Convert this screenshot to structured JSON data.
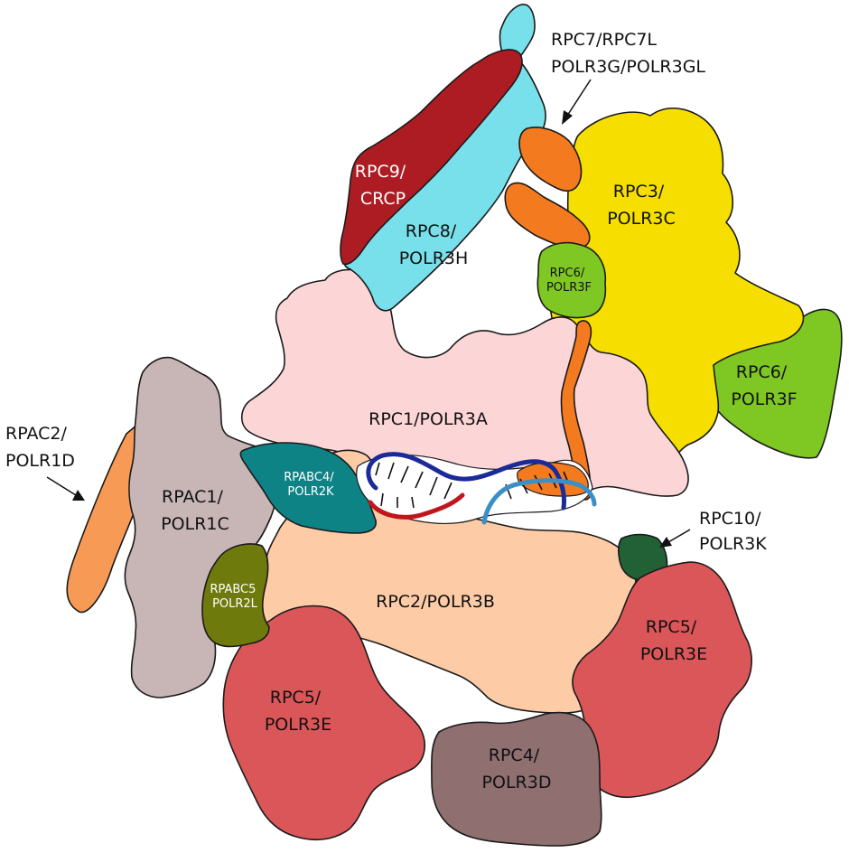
{
  "colors": {
    "rpc1": "#fcd5d7",
    "rpc2": "#fdcba6",
    "rpc3": "#f6df00",
    "rpc4": "#8f6f6f",
    "rpc5": "#db5658",
    "rpc6": "#7fc823",
    "rpc7": "#f47a1f",
    "rpc8": "#78e0eb",
    "rpc9": "#ad1c23",
    "rpc10": "#226136",
    "rpac1": "#c8b6b6",
    "rpac2": "#f79a55",
    "rpabc4": "#0e8386",
    "rpabc5": "#6f7a0c",
    "dna_template": "#1b2a99",
    "dna_nontemplate": "#3a8fc7",
    "rna": "#c0151d"
  },
  "labels": {
    "rpc1": {
      "l1": "RPC1/POLR3A"
    },
    "rpc2": {
      "l1": "RPC2/POLR3B"
    },
    "rpc3": {
      "l1": "RPC3/",
      "l2": "POLR3C"
    },
    "rpc4": {
      "l1": "RPC4/",
      "l2": "POLR3D"
    },
    "rpc5_left": {
      "l1": "RPC5/",
      "l2": "POLR3E"
    },
    "rpc5_right": {
      "l1": "RPC5/",
      "l2": "POLR3E"
    },
    "rpc6_small": {
      "l1": "RPC6/",
      "l2": "POLR3F"
    },
    "rpc6_big": {
      "l1": "RPC6/",
      "l2": "POLR3F"
    },
    "rpc7": {
      "l1": "RPC7/RPC7L",
      "l2": "POLR3G/POLR3GL"
    },
    "rpc8": {
      "l1": "RPC8/",
      "l2": "POLR3H"
    },
    "rpc9": {
      "l1": "RPC9/",
      "l2": "CRCP"
    },
    "rpc10": {
      "l1": "RPC10/",
      "l2": "POLR3K"
    },
    "rpac1": {
      "l1": "RPAC1/",
      "l2": "POLR1C"
    },
    "rpac2": {
      "l1": "RPAC2/",
      "l2": "POLR1D"
    },
    "rpabc4": {
      "l1": "RPABC4/",
      "l2": "POLR2K"
    },
    "rpabc5": {
      "l1": "RPABC5",
      "l2": "POLR2L"
    }
  }
}
